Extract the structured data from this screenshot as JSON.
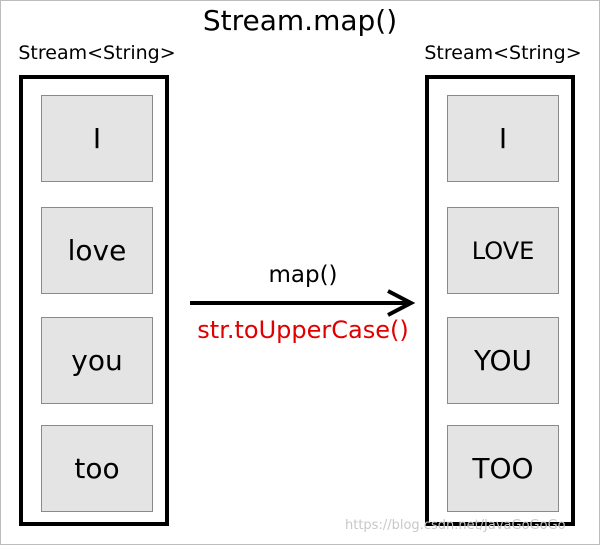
{
  "title": "Stream.map()",
  "input": {
    "label": "Stream<String>",
    "items": [
      "I",
      "love",
      "you",
      "too"
    ]
  },
  "output": {
    "label": "Stream<String>",
    "items": [
      "I",
      "LOVE",
      "YOU",
      "TOO"
    ]
  },
  "operation": {
    "label": "map()",
    "expression": "str.toUpperCase()",
    "expression_color": "#e00000"
  },
  "watermark": "https://blog.csdn.net/JavaGoGoGo"
}
